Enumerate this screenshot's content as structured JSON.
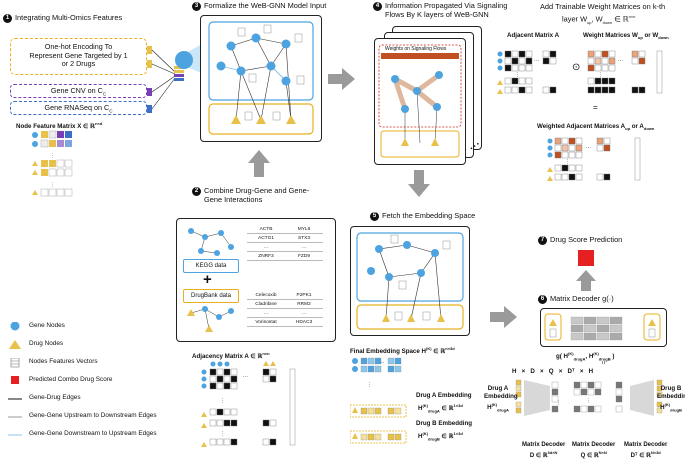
{
  "steps": {
    "s1": {
      "num": "1",
      "title": "Integrating Multi-Omics Features"
    },
    "s2": {
      "num": "2",
      "title_line1": "Combine Drug-Gene and Gene-",
      "title_line2": "Gene Interactions"
    },
    "s3": {
      "num": "3",
      "title": "Formalize the WeB-GNN Model Input"
    },
    "s4": {
      "num": "4",
      "title_line1": "Information Propagated Via Signaling",
      "title_line2": "Flows By K layers of WeB-GNN"
    },
    "s5": {
      "num": "5",
      "title": "Fetch the Embedding Space"
    },
    "s6": {
      "num": "6",
      "title": "Matrix Decoder g(·)"
    },
    "s7": {
      "num": "7",
      "title": "Drug Score Prediction"
    }
  },
  "features": {
    "onehot_line1": "One-hot Encoding To",
    "onehot_line2": "Represent Gene Targeted by 1",
    "onehot_line3": "or 2 Drugs",
    "cnv": "Gene CNV on C",
    "cnv_sub": "C",
    "rnaseq": "Gene RNASeq on C",
    "rnaseq_sub": "C",
    "node_feature_matrix": "Node Feature Matrix X ∈ ℝ",
    "node_feature_sup": "n×d"
  },
  "interactions": {
    "kegg": "KEGG data",
    "drugbank": "DrugBank data",
    "plus": "+",
    "kegg_table": [
      [
        "ACTB",
        "MYL6"
      ],
      [
        "ACTG1",
        "STX3"
      ],
      [
        "...",
        "..."
      ],
      [
        "ZNRF3",
        "FZD9"
      ]
    ],
    "drugbank_table": [
      [
        "Celecoxib",
        "P2PK1"
      ],
      [
        "Cladribine",
        "RRM2"
      ],
      [
        "...",
        "..."
      ],
      [
        "Vorinostat",
        "HDAC3"
      ]
    ],
    "adjacency_label": "Adjacency Matrix A ∈ ℝ",
    "adjacency_sup": "n×n"
  },
  "propagation": {
    "weights_banner": "Weights on Signaling Flows"
  },
  "weights": {
    "title_line1": "Add Trainable Weight Matrices on k-th",
    "title_line2": "layer W",
    "title_line2_rest": " ∈ ℝ",
    "title_line2_sup": "n×n",
    "adjacent_matrix": "Adjacent Matrix A",
    "weight_matrices": "Weight Matrices W",
    "weight_matrices_rest": " or W",
    "weighted_adjacent": "Weighted Adjacent Matrices A",
    "weighted_adjacent_rest": " or A",
    "odot": "⊙",
    "equals": "="
  },
  "embedding": {
    "final_label": "Final Embedding Space H",
    "final_rest": " ∈ ℝ",
    "final_sup": "n×3d",
    "drug_a": "Drug A Embedding",
    "drug_a_sym": "H",
    "drug_a_rest": " ∈ ℝ",
    "drug_a_sup": "1×3d",
    "drug_b": "Drug B Embedding",
    "drug_b_sym": "H",
    "drug_b_rest": " ∈ ℝ",
    "drug_b_sup": "1×3d"
  },
  "decoder": {
    "g_expr": "g( H",
    "g_expr2": ", H",
    "g_expr3": " )",
    "eq": "=",
    "product": "H   ×   D   ×   Q   ×   Dᵀ   ×   H",
    "drug_a_emb": "Drug A",
    "drug_a_emb2": "Embedding",
    "drug_b_emb": "Drug B",
    "drug_b_emb2": "Embedding",
    "md1": "Matrix Decoder",
    "md1_sym": "D ∈ ℝ",
    "md1_sup": "3d×N",
    "md2": "Matrix Decoder",
    "md2_sym": "Q ∈ ℝ",
    "md2_sup": "N×N",
    "md3": "Matrix Decoder",
    "md3_sym": "Dᵀ ∈ ℝ",
    "md3_sup": "N×3d"
  },
  "legend": {
    "items": [
      {
        "label": "Gene Nodes",
        "icon": "blue-circle"
      },
      {
        "label": "Drug Nodes",
        "icon": "yellow-triangle"
      },
      {
        "label": "Nodes Features Vectors",
        "icon": "vector-stack"
      },
      {
        "label": "Predicted Combo Drug Score",
        "icon": "red-square"
      },
      {
        "label": "Gene-Drug Edges",
        "icon": "black-line"
      },
      {
        "label": "Gene-Gene Upstream to Downstream Edges",
        "icon": "grey-line"
      },
      {
        "label": "Gene-Gene Downstream to Upstream Edges",
        "icon": "lightblue-line"
      }
    ]
  },
  "colors": {
    "gene": "#4da3e0",
    "drug": "#e8c14a",
    "score": "#e62020",
    "arrow": "#9a9a9a",
    "weights": "#c0501f",
    "purple": "#7a3fb5",
    "blue": "#3d6fc9"
  }
}
